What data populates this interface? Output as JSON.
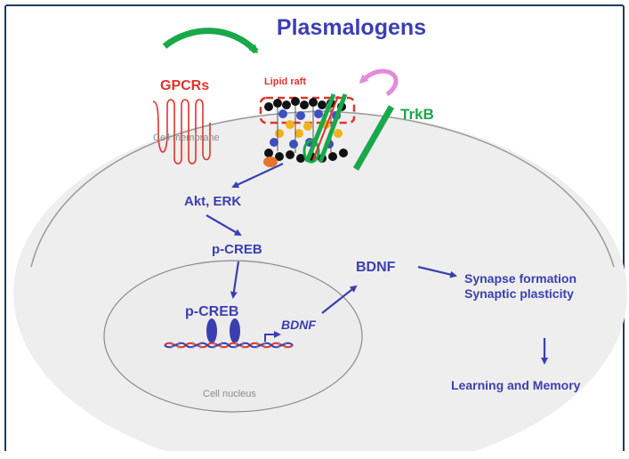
{
  "title": "Plasmalogens",
  "labels": {
    "gpcrs": "GPCRs",
    "lipid_raft": "Lipid raft",
    "trkb": "TrkB",
    "cell_membrane": "Cell membrane",
    "akt_erk": "Akt, ERK",
    "pcreb_cytoplasm": "p-CREB",
    "pcreb_nucleus": "p-CREB",
    "bdnf_gene": "BDNF",
    "bdnf_protein": "BDNF",
    "synapse_formation": "Synapse formation",
    "synaptic_plasticity": "Synaptic plasticity",
    "learning_memory": "Learning and Memory",
    "cell_nucleus": "Cell nucleus"
  },
  "colors": {
    "title": "#3a3fb0",
    "pathway": "#3a3fb0",
    "gpcr": "#e0332b",
    "raft": "#e0332b",
    "trkb": "#19a84a",
    "trkb_arrow": "#e58ad8",
    "cell_fill": "#eeeeee",
    "membrane_line": "#9a9a9a",
    "nucleus_line": "#8a8a8a",
    "border": "#1f3a5c"
  }
}
